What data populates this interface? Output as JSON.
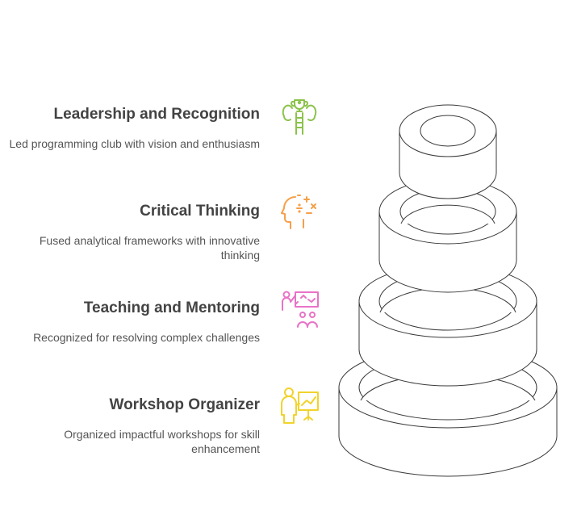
{
  "items": [
    {
      "title": "Leadership and Recognition",
      "description": "Led programming club with vision and enthusiasm",
      "icon": "trophy-ladder-icon",
      "color": "#8BC34A"
    },
    {
      "title": "Critical Thinking",
      "description": "Fused analytical frameworks with innovative thinking",
      "icon": "head-math-symbols-icon",
      "color": "#F5A04A"
    },
    {
      "title": "Teaching and Mentoring",
      "description": "Recognized for resolving complex challenges",
      "icon": "teacher-students-icon",
      "color": "#E873C7"
    },
    {
      "title": "Workshop Organizer",
      "description": "Organized impactful workshops for skill enhancement",
      "icon": "presenter-chart-icon",
      "color": "#F2D32C"
    }
  ]
}
